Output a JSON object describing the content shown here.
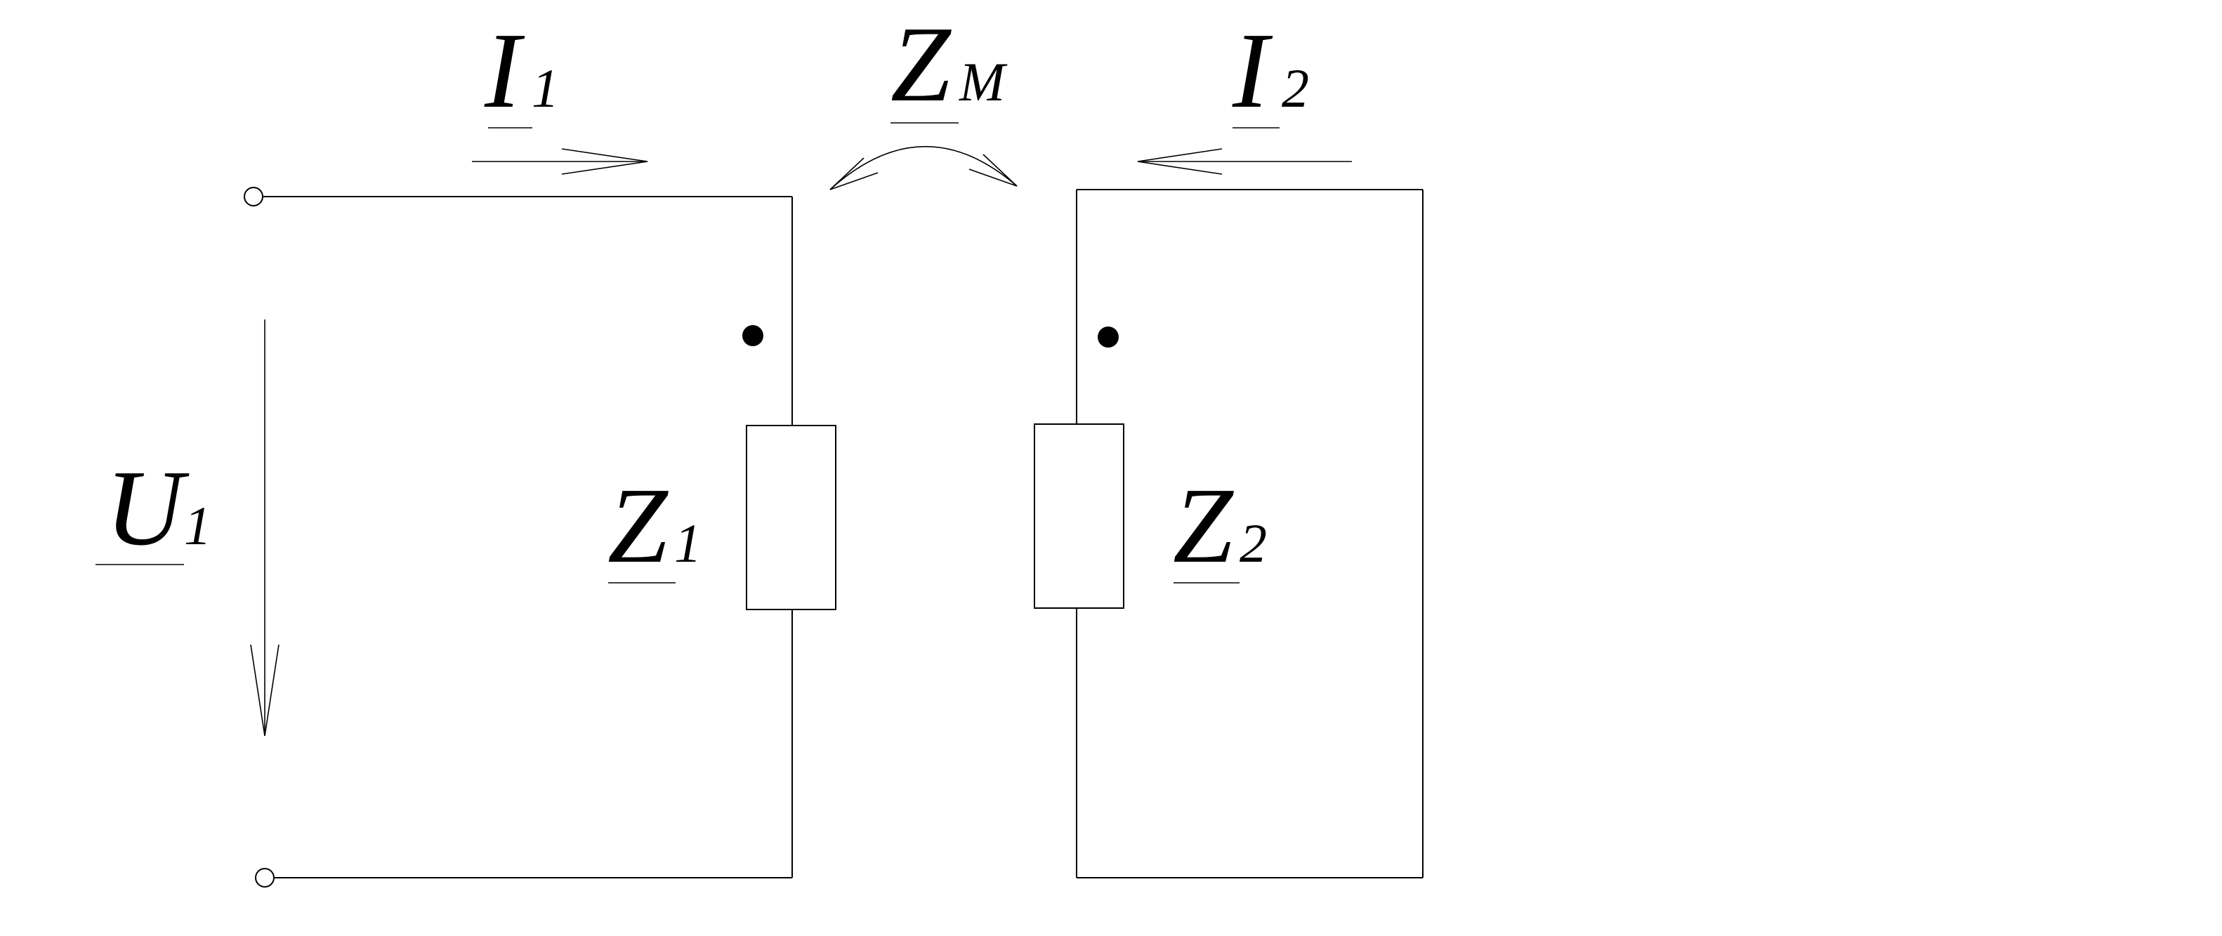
{
  "diagram": {
    "labels": {
      "i1": {
        "main": "I",
        "sub": "1"
      },
      "zm": {
        "main": "Z",
        "sub": "M"
      },
      "i2": {
        "main": "I",
        "sub": "2"
      },
      "u1": {
        "main": "U",
        "sub": "1"
      },
      "z1": {
        "main": "Z",
        "sub": "1"
      },
      "z2": {
        "main": "Z",
        "sub": "2"
      }
    },
    "colors": {
      "line": "#000000",
      "background": "#ffffff"
    }
  }
}
